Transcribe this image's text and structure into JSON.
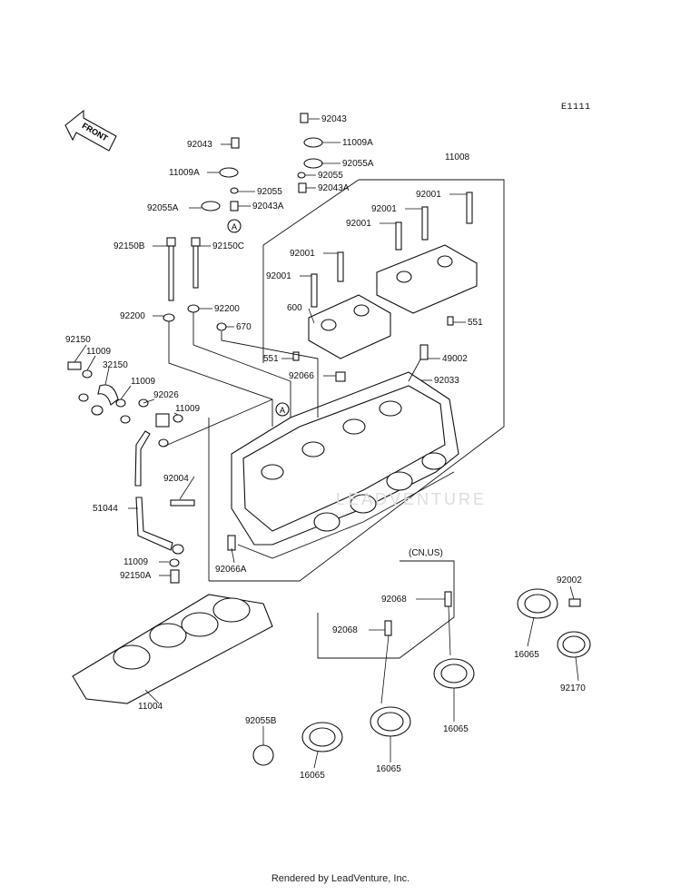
{
  "diagram": {
    "ref_code": "E1111",
    "front_label": "FRONT",
    "circle_marker": "A",
    "region_note": "(CN,US)",
    "watermark": "LEADVENTURE",
    "footer": "Rendered by LeadVenture, Inc."
  },
  "labels": {
    "l92043_top": "92043",
    "l11009A_top": "11009A",
    "l92055A_top": "92055A",
    "l92055_top": "92055",
    "l92043A_top": "92043A",
    "l92043_left": "92043",
    "l11009A_left": "11009A",
    "l92055_left": "92055",
    "l92055A_left": "92055A",
    "l92043A_left": "92043A",
    "l11008": "11008",
    "l92001_a": "92001",
    "l92001_b": "92001",
    "l92001_c": "92001",
    "l92001_d": "92001",
    "l92001_e": "92001",
    "l92150B": "92150B",
    "l92150C": "92150C",
    "l92200_a": "92200",
    "l92200_b": "92200",
    "l670": "670",
    "l600": "600",
    "l551_a": "551",
    "l551_b": "551",
    "l49002": "49002",
    "l92066": "92066",
    "l92033": "92033",
    "l92150": "92150",
    "l11009_a": "11009",
    "l32150": "32150",
    "l11009_b": "11009",
    "l92026": "92026",
    "l11009_c": "11009",
    "l92004": "92004",
    "l51044": "51044",
    "l11009_d": "11009",
    "l92150A": "92150A",
    "l92066A": "92066A",
    "l11004": "11004",
    "l92068_a": "92068",
    "l92068_b": "92068",
    "l92002": "92002",
    "l16065_a": "16065",
    "l92170": "92170",
    "l16065_b": "16065",
    "l16065_c": "16065",
    "l16065_d": "16065",
    "l92055B": "92055B"
  }
}
